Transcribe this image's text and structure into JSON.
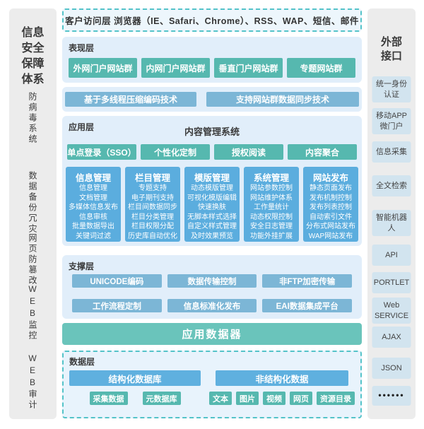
{
  "client_bar": {
    "label": "客户访问层 浏览器（IE、Safari、Chrome）、RSS、WAP、短信、邮件"
  },
  "left_sidebar": {
    "title": "信息安全保障体系",
    "items": [
      "防病毒系统",
      "数据备份冗灾",
      "网页防篡改",
      "WEB监控",
      "WEB审计"
    ]
  },
  "right_sidebar": {
    "title": "外部接口",
    "items": [
      "统一身份认证",
      "移动APP微门户",
      "信息采集",
      "全文检索",
      "智能机器人",
      "API",
      "PORTLET",
      "Web SERVICE",
      "AJAX",
      "JSON",
      "••••••"
    ]
  },
  "presentation_layer": {
    "title": "表现层",
    "sites": [
      "外网门户网站群",
      "内网门户网站群",
      "垂直门户网站群",
      "专题网站群"
    ]
  },
  "tech_bar": {
    "items": [
      "基于多线程压缩编码技术",
      "支持网站群数据同步技术"
    ]
  },
  "application_layer": {
    "title": "应用层",
    "subtitle": "内容管理系统",
    "features": [
      "单点登录（SSO）",
      "个性化定制",
      "授权阅读",
      "内容聚合"
    ],
    "modules": [
      {
        "title": "信息管理",
        "items": [
          "信息管理",
          "文档管理",
          "多媒体信息发布",
          "信息审核",
          "批量数据导出",
          "关键词过滤"
        ]
      },
      {
        "title": "栏目管理",
        "items": [
          "专题支持",
          "电子期刊支持",
          "栏目间数据同步",
          "栏目分类管理",
          "栏目权限分配",
          "历史库自动优化"
        ]
      },
      {
        "title": "模版管理",
        "items": [
          "动态模版管理",
          "可视化模版编辑",
          "快速换肤",
          "无脚本样式选择",
          "自定义样式管理",
          "及时效果预览"
        ]
      },
      {
        "title": "系统管理",
        "items": [
          "网站参数控制",
          "网站维护体系",
          "工作量统计",
          "动态权限控制",
          "安全日志管理",
          "功能外挂扩展"
        ]
      },
      {
        "title": "网站发布",
        "items": [
          "静态页面发布",
          "发布机制控制",
          "发布列表控制",
          "自动索引文件",
          "分布式网站发布",
          "WAP网站发布"
        ]
      }
    ]
  },
  "support_layer": {
    "title": "支撑层",
    "row1": [
      "UNICODE编码",
      "数据传输控制",
      "非FTP加密传输"
    ],
    "row2": [
      "工作流程定制",
      "信息标准化发布",
      "EAI数据集成平台"
    ]
  },
  "app_data_banner": {
    "label": "应用数据器"
  },
  "data_layer": {
    "title": "数据层",
    "structured": {
      "title": "结构化数据库",
      "items": [
        "采集数据",
        "元数据库"
      ]
    },
    "unstructured": {
      "title": "非结构化数据",
      "items": [
        "文本",
        "图片",
        "视频",
        "网页",
        "资源目录"
      ]
    }
  },
  "colors": {
    "teal_button": "#56b8af",
    "steel_blue_button": "#7cb6d6",
    "module_column_blue": "#5badde",
    "data_bar_blue": "#5fb0df",
    "panel_background": "#e1eefa",
    "dashed_border_teal": "#54c3c9",
    "banner_teal": "#6ac4bb",
    "sidebar_gray": "#ececec",
    "sidebar_item_blue": "#d2e4ef"
  }
}
